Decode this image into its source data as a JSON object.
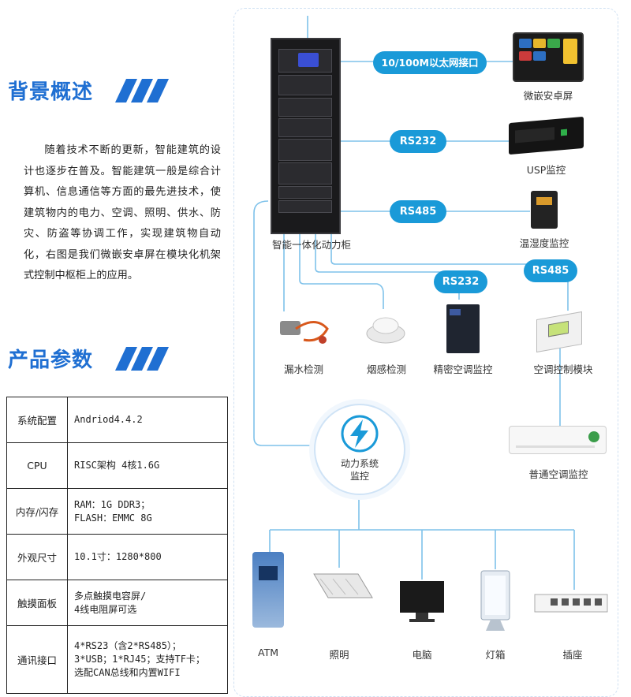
{
  "left": {
    "background_title": "背景概述",
    "intro": "随着技术不断的更新，智能建筑的设计也逐步在普及。智能建筑一般是综合计算机、信息通信等方面的最先进技术，使建筑物内的电力、空调、照明、供水、防灾、防盗等协调工作，实现建筑物自动化，右图是我们微嵌安卓屏在模块化机架式控制中枢柜上的应用。",
    "params_title": "产品参数",
    "specs": [
      {
        "key": "系统配置",
        "value": "Andriod4.4.2"
      },
      {
        "key": "CPU",
        "value": "RISC架构 4核1.6G"
      },
      {
        "key": "内存/闪存",
        "value": "RAM：1G DDR3；\nFLASH：EMMC 8G"
      },
      {
        "key": "外观尺寸",
        "value": "10.1寸：1280*800"
      },
      {
        "key": "触摸面板",
        "value": "多点触摸电容屏/\n4线电阻屏可选"
      },
      {
        "key": "通讯接口",
        "value": "4*RS23（含2*RS485）；\n3*USB；1*RJ45；支持TF卡；\n选配CAN总线和内置WIFI"
      }
    ]
  },
  "diagram": {
    "cabinet_label": "智能一体化动力柜",
    "links": {
      "ethernet": "10/100M以太网接口",
      "rs232_a": "RS232",
      "rs485_a": "RS485",
      "rs232_b": "RS232",
      "rs485_b": "RS485"
    },
    "devices": {
      "android": "微嵌安卓屏",
      "ups": "USP监控",
      "temp": "温湿度监控",
      "water": "漏水检测",
      "smoke": "烟感检测",
      "precision_ac": "精密空调监控",
      "ac_module": "空调控制模块",
      "normal_ac": "普通空调监控"
    },
    "hub_line1": "动力系统",
    "hub_line2": "监控",
    "bottom": [
      "ATM",
      "照明",
      "电脑",
      "灯箱",
      "插座"
    ]
  },
  "colors": {
    "accent": "#1f6fd2",
    "pill": "#1a9ad8",
    "line": "#7fc2ea"
  }
}
